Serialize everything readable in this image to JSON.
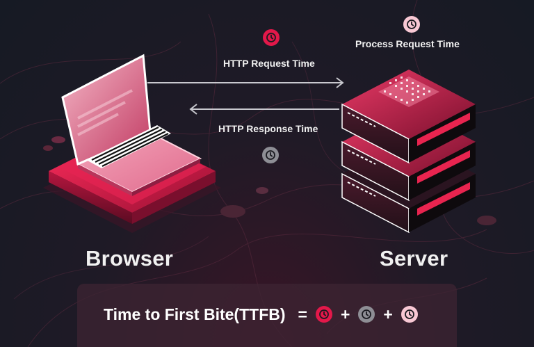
{
  "labels": {
    "http_request_time": "HTTP Request Time",
    "process_request_time": "Process Request Time",
    "http_response_time": "HTTP Response Time",
    "browser": "Browser",
    "server": "Server"
  },
  "formula": {
    "text": "Time to First Bite(TTFB)",
    "equals": "=",
    "plus": "+"
  },
  "colors": {
    "request_clock": "#e3184a",
    "response_clock": "#8e8e95",
    "process_clock": "#f8c8d4",
    "accent": "#e8244f"
  },
  "icons": {
    "request": "clock-icon",
    "response": "clock-icon",
    "process": "clock-icon"
  }
}
